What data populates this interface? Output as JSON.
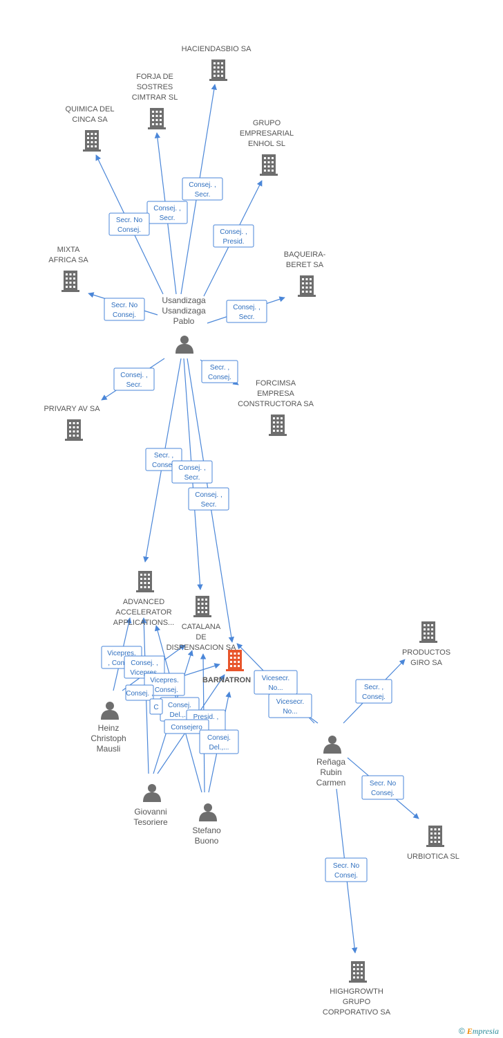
{
  "companies": [
    {
      "id": "haciendasbio",
      "label": [
        "HACIENDASBIO SA"
      ]
    },
    {
      "id": "forja",
      "label": [
        "FORJA DE",
        "SOSTRES",
        "CIMTRAR SL"
      ]
    },
    {
      "id": "quimica",
      "label": [
        "QUIMICA DEL",
        "CINCA SA"
      ]
    },
    {
      "id": "enhol",
      "label": [
        "GRUPO",
        "EMPRESARIAL",
        "ENHOL SL"
      ]
    },
    {
      "id": "mixta",
      "label": [
        "MIXTA",
        "AFRICA SA"
      ]
    },
    {
      "id": "baqueira",
      "label": [
        "BAQUEIRA-",
        "BERET SA"
      ]
    },
    {
      "id": "privary",
      "label": [
        "PRIVARY AV SA"
      ]
    },
    {
      "id": "forcimsa",
      "label": [
        "FORCIMSA",
        "EMPRESA",
        "CONSTRUCTORA SA"
      ]
    },
    {
      "id": "advanced",
      "label": [
        "ADVANCED",
        "ACCELERATOR",
        "APPLICATIONS..."
      ]
    },
    {
      "id": "catalana",
      "label": [
        "CATALANA",
        "DE",
        "DISPENSACION SA"
      ]
    },
    {
      "id": "barnatron",
      "label": [
        "BARNATRON"
      ],
      "focus": true
    },
    {
      "id": "productos",
      "label": [
        "PRODUCTOS",
        "GIRO SA"
      ]
    },
    {
      "id": "urbiotica",
      "label": [
        "URBIOTICA SL"
      ]
    },
    {
      "id": "highgrowth",
      "label": [
        "HIGHGROWTH",
        "GRUPO",
        "CORPORATIVO SA"
      ]
    }
  ],
  "people": [
    {
      "id": "usandizaga",
      "label": [
        "Usandizaga",
        "Usandizaga",
        "Pablo"
      ]
    },
    {
      "id": "heinz",
      "label": [
        "Heinz",
        "Christoph",
        "Mausli"
      ]
    },
    {
      "id": "giovanni",
      "label": [
        "Giovanni",
        "Tesoriere"
      ]
    },
    {
      "id": "stefano",
      "label": [
        "Stefano",
        "Buono"
      ]
    },
    {
      "id": "renaga",
      "label": [
        "Reñaga",
        "Rubin",
        "Carmen"
      ]
    }
  ],
  "relations": [
    {
      "id": "r1",
      "lines": [
        "Consej. ,",
        "Secr."
      ]
    },
    {
      "id": "r2",
      "lines": [
        "Consej. ,",
        "Secr."
      ]
    },
    {
      "id": "r3",
      "lines": [
        "Secr.  No",
        "Consej."
      ]
    },
    {
      "id": "r4",
      "lines": [
        "Consej. ,",
        "Presid."
      ]
    },
    {
      "id": "r5",
      "lines": [
        "Secr.  No",
        "Consej."
      ]
    },
    {
      "id": "r6",
      "lines": [
        "Consej. ,",
        "Secr."
      ]
    },
    {
      "id": "r7",
      "lines": [
        "Consej. ,",
        "Secr."
      ]
    },
    {
      "id": "r8",
      "lines": [
        "Secr. ,",
        "Consej."
      ]
    },
    {
      "id": "r9",
      "lines": [
        "Secr. ,",
        "Consej."
      ]
    },
    {
      "id": "r10",
      "lines": [
        "Consej. ,",
        "Secr."
      ]
    },
    {
      "id": "r11",
      "lines": [
        "Consej. ,",
        "Secr."
      ]
    },
    {
      "id": "r12",
      "lines": [
        "Vicepres.",
        ", Consej."
      ]
    },
    {
      "id": "r13",
      "lines": [
        "Consej. ,",
        "Vicepres."
      ]
    },
    {
      "id": "r14",
      "lines": [
        "Vicepres.",
        ", Consej."
      ]
    },
    {
      "id": "r15",
      "lines": [
        "Consej. ,"
      ]
    },
    {
      "id": "r16",
      "lines": [
        "Consej.",
        "Del.,..."
      ]
    },
    {
      "id": "r17",
      "lines": [
        "Presid. ,",
        "..."
      ]
    },
    {
      "id": "r18",
      "lines": [
        "Consejero"
      ]
    },
    {
      "id": "r19",
      "lines": [
        "Consej.",
        "Del.,..."
      ]
    },
    {
      "id": "r20",
      "lines": [
        "Vicesecr.",
        "No..."
      ]
    },
    {
      "id": "r21",
      "lines": [
        "Vicesecr.",
        "No..."
      ]
    },
    {
      "id": "r22",
      "lines": [
        "Secr. ,",
        "Consej."
      ]
    },
    {
      "id": "r23",
      "lines": [
        "Secr.  No",
        "Consej."
      ]
    },
    {
      "id": "r24",
      "lines": [
        "Secr.  No",
        "Consej."
      ]
    },
    {
      "id": "r25",
      "lines": [
        "C"
      ]
    }
  ],
  "colors": {
    "edge": "#4a86d8",
    "building": "#6e6e6e",
    "focus_building": "#e8552b",
    "person": "#6e6e6e"
  },
  "icons": {
    "company": "building-icon",
    "person": "person-icon",
    "brand": "empresia-logo"
  },
  "brand": {
    "copyright": "©",
    "e_letter": "E",
    "name_rest": "mpresia"
  }
}
